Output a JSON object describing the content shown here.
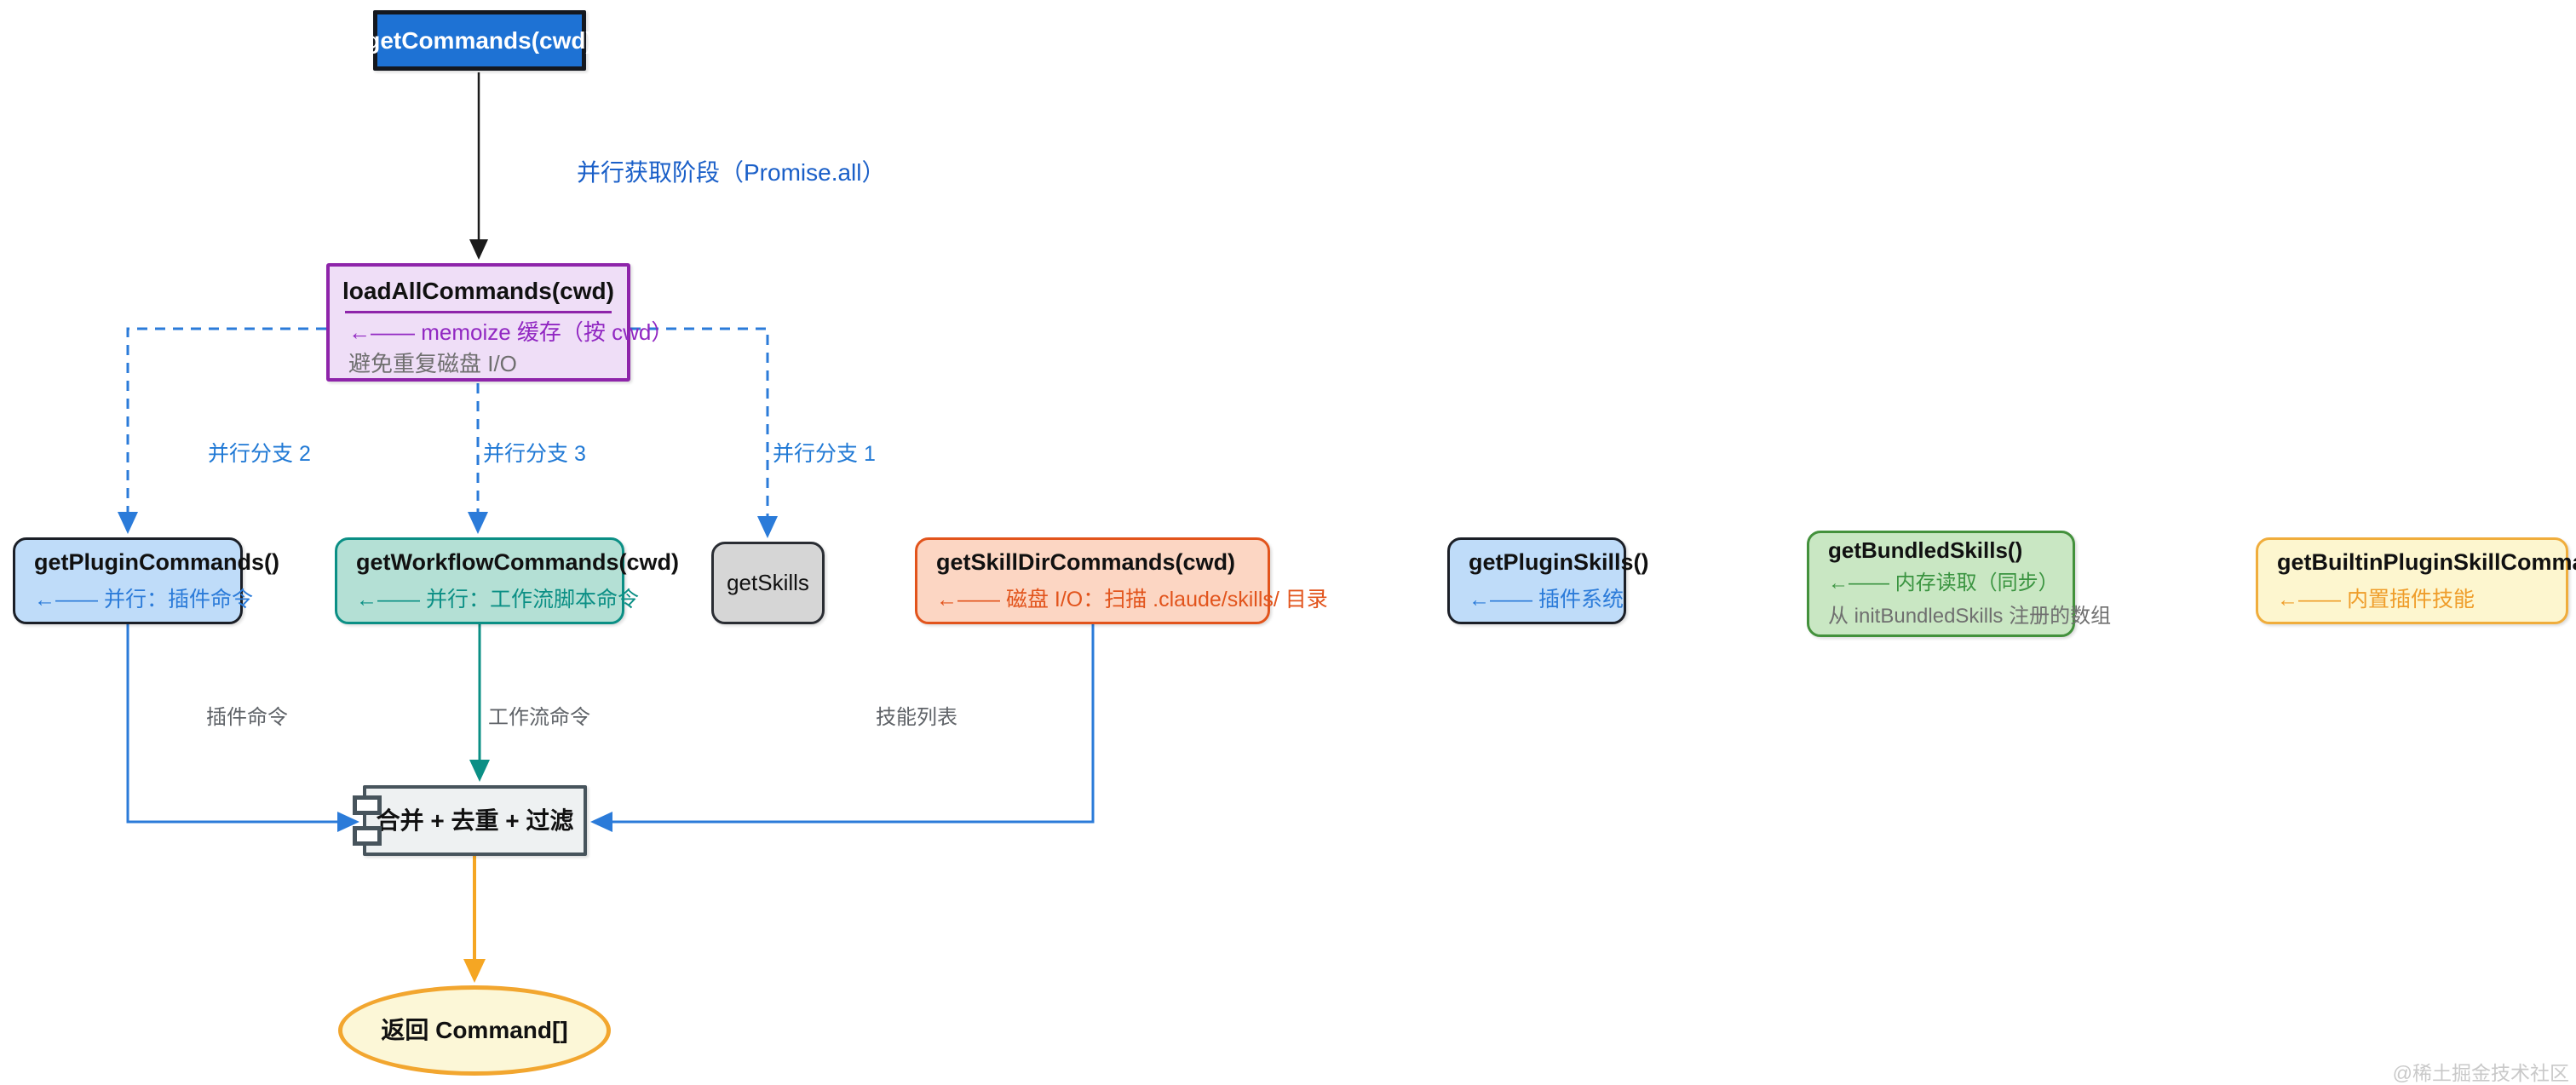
{
  "diagram": {
    "phase_label": "并行获取阶段（Promise.all）",
    "nodes": {
      "get_commands": {
        "title": "getCommands(cwd)"
      },
      "load_all_commands": {
        "title": "loadAllCommands(cwd)",
        "subtitle": "←—— memoize 缓存（按 cwd）",
        "note": "避免重复磁盘 I/O"
      },
      "get_plugin_commands": {
        "title": "getPluginCommands()",
        "subtitle": "←—— 并行：插件命令"
      },
      "get_workflow_commands": {
        "title": "getWorkflowCommands(cwd)",
        "subtitle": "←—— 并行：工作流脚本命令"
      },
      "get_skills": {
        "title": "getSkills"
      },
      "get_skill_dir_commands": {
        "title": "getSkillDirCommands(cwd)",
        "subtitle": "←—— 磁盘 I/O：扫描 .claude/skills/ 目录"
      },
      "get_plugin_skills": {
        "title": "getPluginSkills()",
        "subtitle": "←—— 插件系统"
      },
      "get_bundled_skills": {
        "title": "getBundledSkills()",
        "subtitle": "←—— 内存读取（同步）",
        "note": "从 initBundledSkills 注册的数组"
      },
      "get_builtin_plugin_skill_commands": {
        "title": "getBuiltinPluginSkillCommands()",
        "subtitle": "←—— 内置插件技能"
      },
      "merge": {
        "title": "合并 + 去重 + 过滤"
      },
      "return_value": {
        "title": "返回 Command[]"
      }
    },
    "branch_labels": {
      "branch_1": "并行分支 1",
      "branch_2": "并行分支 2",
      "branch_3": "并行分支 3"
    },
    "edge_labels": {
      "plugin_commands": "插件命令",
      "workflow_commands": "工作流命令",
      "skill_list": "技能列表"
    },
    "edges": [
      {
        "from": "get_commands",
        "to": "load_all_commands",
        "style": "solid-black"
      },
      {
        "from": "load_all_commands",
        "to": "get_plugin_commands",
        "style": "dashed-blue",
        "label": "并行分支 2"
      },
      {
        "from": "load_all_commands",
        "to": "get_workflow_commands",
        "style": "dashed-blue",
        "label": "并行分支 3"
      },
      {
        "from": "load_all_commands",
        "to": "get_skills",
        "style": "dashed-blue",
        "label": "并行分支 1"
      },
      {
        "from": "get_plugin_commands",
        "to": "merge",
        "style": "solid-blue",
        "label": "插件命令"
      },
      {
        "from": "get_workflow_commands",
        "to": "merge",
        "style": "solid-teal",
        "label": "工作流命令"
      },
      {
        "from": "get_skill_dir_commands",
        "to": "merge",
        "style": "solid-blue",
        "label": "技能列表"
      },
      {
        "from": "merge",
        "to": "return_value",
        "style": "solid-orange"
      }
    ],
    "colors": {
      "canvas_bg": "#ffffff",
      "primary_blue_fill": "#1e72d4",
      "primary_blue_border": "#14181f",
      "purple_fill": "#efdef7",
      "purple_border": "#8e24aa",
      "purple_text": "#9127c2",
      "blue_node_fill": "#bfdcf9",
      "blue_node_border": "#1b1f27",
      "teal_fill": "#b4e0d5",
      "teal_border": "#0b8f85",
      "gray_fill": "#d6d6d6",
      "gray_border": "#2a2d33",
      "orange_fill": "#fcd6c3",
      "orange_border": "#e2541c",
      "green_fill": "#c9e7c3",
      "green_border": "#43913c",
      "green_text": "#3a9440",
      "yellow_fill": "#fdf6cf",
      "yellow_border": "#f0ad3c",
      "yellow_text": "#ef9d2a",
      "merge_fill": "#eef1f2",
      "merge_border": "#47545c",
      "ellipse_fill": "#fcf7d7",
      "ellipse_border": "#f2a62f",
      "edge_blue": "#2b7bd9",
      "edge_teal": "#0b8f85",
      "edge_orange": "#f5a623",
      "edge_black": "#1b1b1b",
      "label_blue": "#2079d5",
      "phase_blue": "#1a5fc8",
      "note_gray": "#6f6f6f",
      "edge_label_gray": "#5f6368",
      "watermark_gray": "#c9c9c9"
    }
  },
  "watermark": "@稀土掘金技术社区"
}
